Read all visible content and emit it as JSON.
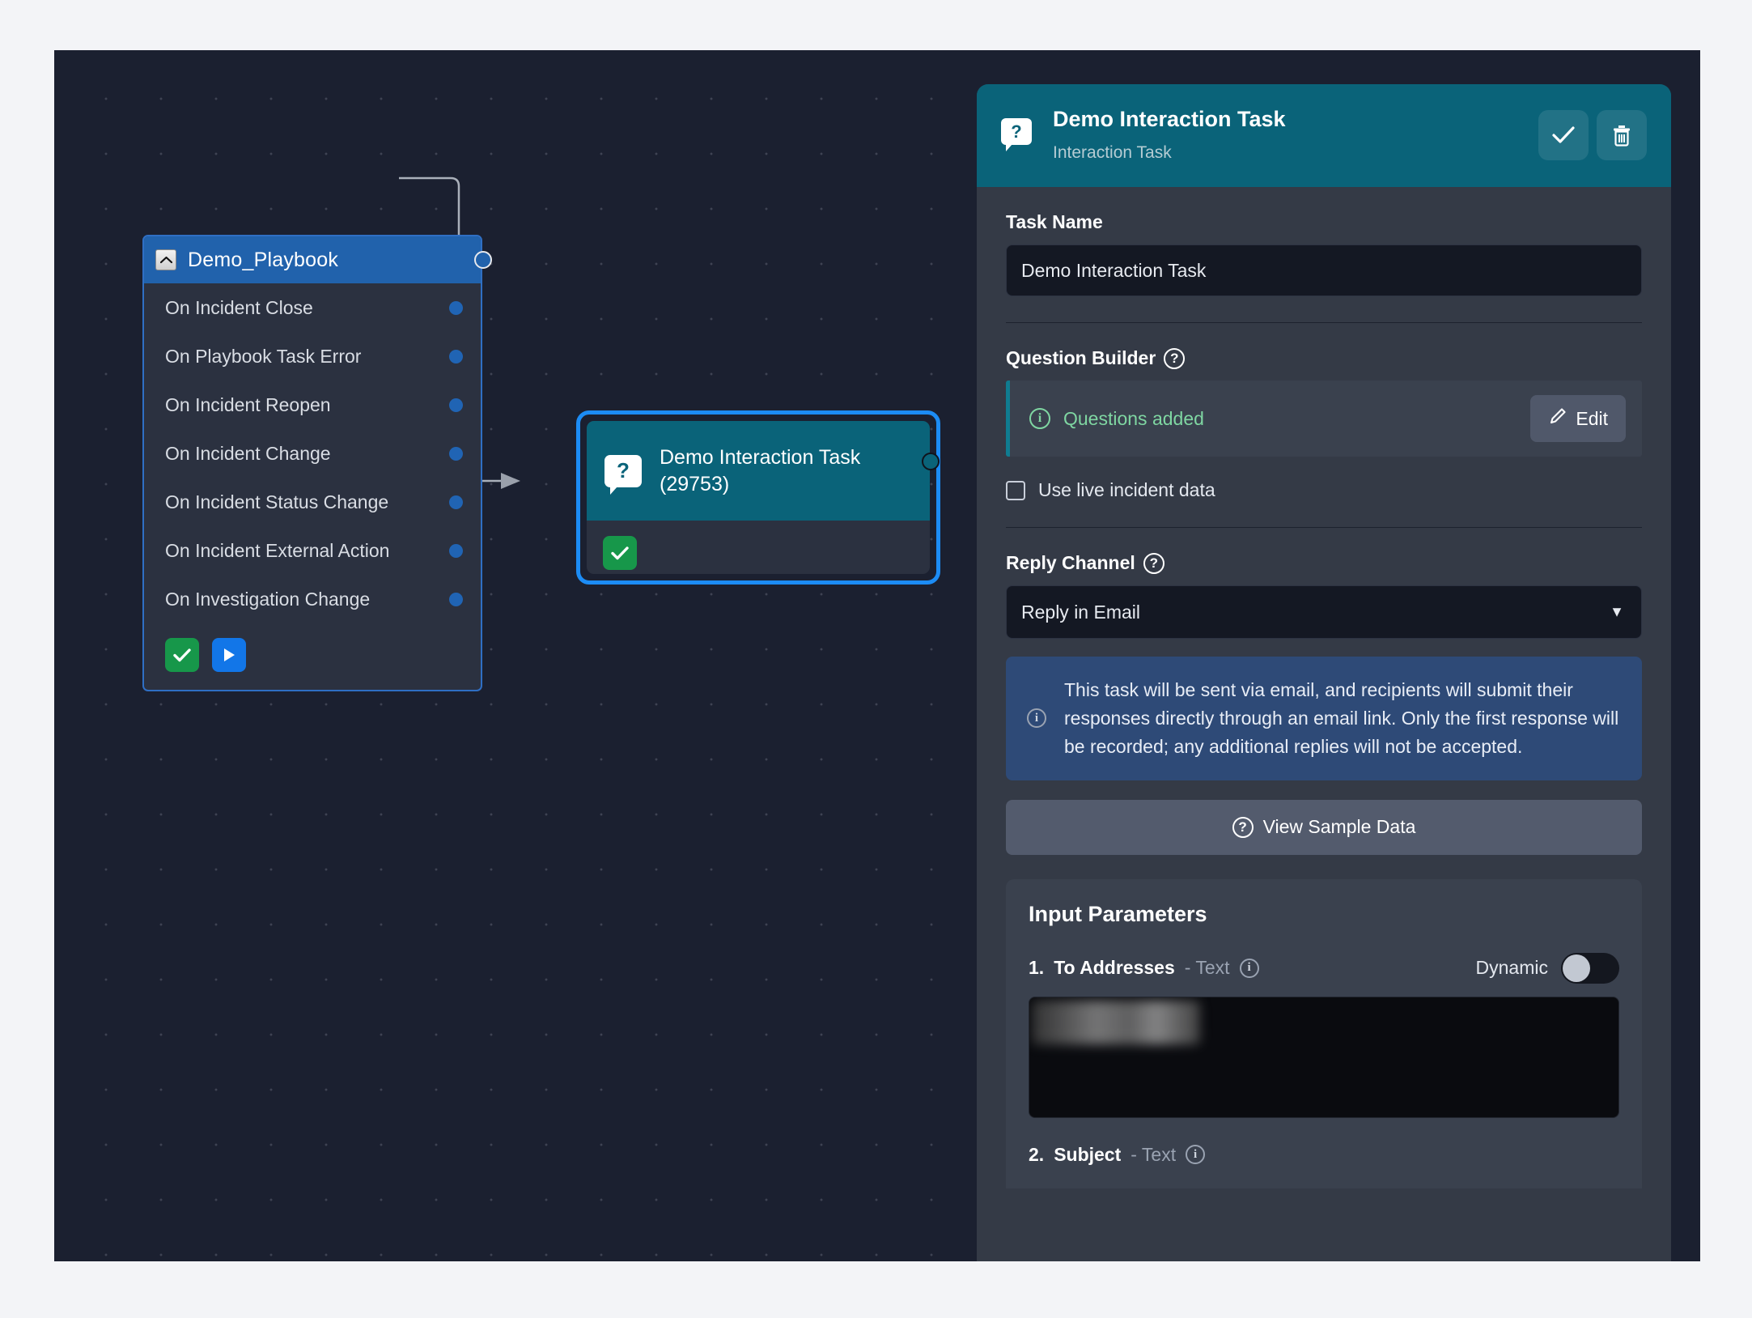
{
  "canvas": {
    "playbook_node": {
      "title": "Demo_Playbook",
      "collapse_icon": "chevron-up-icon",
      "triggers": [
        {
          "label": "On Incident Close"
        },
        {
          "label": "On Playbook Task Error"
        },
        {
          "label": "On Incident Reopen"
        },
        {
          "label": "On Incident Change"
        },
        {
          "label": "On Incident Status Change"
        },
        {
          "label": "On Incident External Action"
        },
        {
          "label": "On Investigation Change"
        }
      ],
      "actions": [
        {
          "name": "approve-button",
          "icon": "check-icon",
          "color": "#17974a"
        },
        {
          "name": "run-button",
          "icon": "play-icon",
          "color": "#1276e8"
        }
      ]
    },
    "task_node": {
      "icon": "question-bubble-icon",
      "title": "Demo Interaction Task",
      "id_label": "(29753)",
      "status_icon": "check-icon",
      "status_color": "#17974a",
      "selected": true
    }
  },
  "panel": {
    "header": {
      "icon": "question-bubble-icon",
      "title": "Demo Interaction Task",
      "subtitle": "Interaction Task",
      "accent_color": "#0a6379",
      "save_icon": "check-icon",
      "delete_icon": "trash-icon"
    },
    "task_name": {
      "label": "Task Name",
      "value": "Demo Interaction Task",
      "placeholder": "Task Name"
    },
    "question_builder": {
      "label": "Question Builder",
      "help_icon": "question-mark-icon",
      "status_icon": "info-circle-icon",
      "status_text": "Questions added",
      "status_color": "#7fd6a2",
      "edit_label": "Edit",
      "edit_icon": "pencil-icon"
    },
    "live_incident_data": {
      "label": "Use live incident data",
      "checked": false
    },
    "reply_channel": {
      "label": "Reply Channel",
      "help_icon": "question-mark-icon",
      "value": "Reply in Email",
      "caret_icon": "chevron-down-icon",
      "options": [
        "Reply in Email"
      ]
    },
    "email_note": {
      "icon": "info-circle-icon",
      "text": "This task will be sent via email, and recipients will submit their responses directly through an email link. Only the first response will be recorded; any additional replies will not be accepted.",
      "background": "#2e4a77"
    },
    "view_sample_data": {
      "label": "View Sample Data",
      "icon": "question-mark-icon"
    },
    "input_parameters": {
      "title": "Input Parameters",
      "params": [
        {
          "index": "1.",
          "name": "To Addresses",
          "type": "- Text",
          "info_icon": "info-circle-icon",
          "dynamic_label": "Dynamic",
          "dynamic_on": false,
          "value": "",
          "redacted": true
        },
        {
          "index": "2.",
          "name": "Subject",
          "type": "- Text",
          "info_icon": "info-circle-icon"
        }
      ]
    }
  }
}
